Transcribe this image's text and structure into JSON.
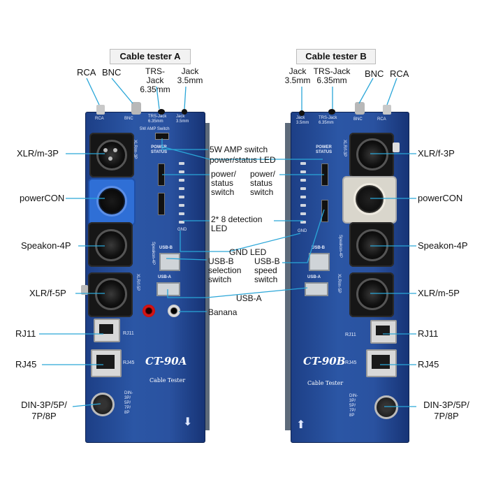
{
  "titles": {
    "a": "Cable tester A",
    "b": "Cable tester B"
  },
  "top_labels_a": {
    "rca": "RCA",
    "bnc": "BNC",
    "trs": "TRS-Jack\n6.35mm",
    "jack": "Jack\n3.5mm"
  },
  "top_labels_b": {
    "jack": "Jack\n3.5mm",
    "trs": "TRS-Jack\n6.35mm",
    "bnc": "BNC",
    "rca": "RCA"
  },
  "left_labels_a": {
    "xlr_m3": "XLR/m-3P",
    "powercon": "powerCON",
    "speakon": "Speakon-4P",
    "xlr_f5": "XLR/f-5P",
    "rj11": "RJ11",
    "rj45": "RJ45",
    "din": "DIN-3P/5P/\n7P/8P"
  },
  "right_labels_b": {
    "xlr_f3": "XLR/f-3P",
    "powercon": "powerCON",
    "speakon": "Speakon-4P",
    "xlr_m5": "XLR/m-5P",
    "rj11": "RJ11",
    "rj45": "RJ45",
    "din": "DIN-3P/5P/\n7P/8P"
  },
  "middle_labels": {
    "amp_switch": "5W AMP switch",
    "power_led": "power/status LED",
    "power_switch_a": "power/\nstatus\nswitch",
    "power_switch_b": "power/\nstatus\nswitch",
    "detection_led": "2* 8 detection\nLED",
    "gnd_led": "GND LED",
    "usb_b_sel": "USB-B\nselection\nswitch",
    "usb_b_speed": "USB-B\nspeed\nswitch",
    "usb_a": "USB-A",
    "banana": "Banana"
  },
  "panel_a": {
    "model": "CT-90A",
    "subtitle": "Cable Tester",
    "top_rca": "RCA",
    "top_bnc": "BNC",
    "top_trs": "TRS-Jack\n6.35mm",
    "top_jack": "Jack\n3.5mm",
    "amp": "5W AMP Switch",
    "power_status": "POWER\nSTATUS",
    "usb_b": "USB-B",
    "usb_a": "USB-A",
    "rj11": "RJ11",
    "rj45": "RJ45",
    "din": "DIN-\n3P/\n5P/\n7P/\n8P",
    "gnd": "GND",
    "xlr_m3_side": "XLR/m-3P",
    "speakon_side": "Speakon-4P",
    "xlr_f5_side": "XLR/f-5P"
  },
  "panel_b": {
    "model": "CT-90B",
    "subtitle": "Cable Tester",
    "top_jack": "Jack\n3.5mm",
    "top_trs": "TRS-Jack\n6.35mm",
    "top_bnc": "BNC",
    "top_rca": "RCA",
    "power_status": "POWER\nSTATUS",
    "usb_b": "USB-B",
    "usb_a": "USB-A",
    "rj11": "RJ11",
    "rj45": "RJ45",
    "din": "DIN-\n3P/\n5P/\n7P/\n8P",
    "gnd": "GND",
    "xlr_f3_side": "XLR/f-3P",
    "speakon_side": "Speakon-4P",
    "xlr_m5_side": "XLR/m-5P"
  },
  "colors": {
    "line": "#2aa6d8",
    "panel": "#2a52a0",
    "powercon_blue": "#2f6fd6",
    "powercon_grey": "#d9d6cc"
  },
  "icons": {
    "arrow_down": "down-arrow-icon",
    "arrow_up": "up-arrow-icon"
  }
}
